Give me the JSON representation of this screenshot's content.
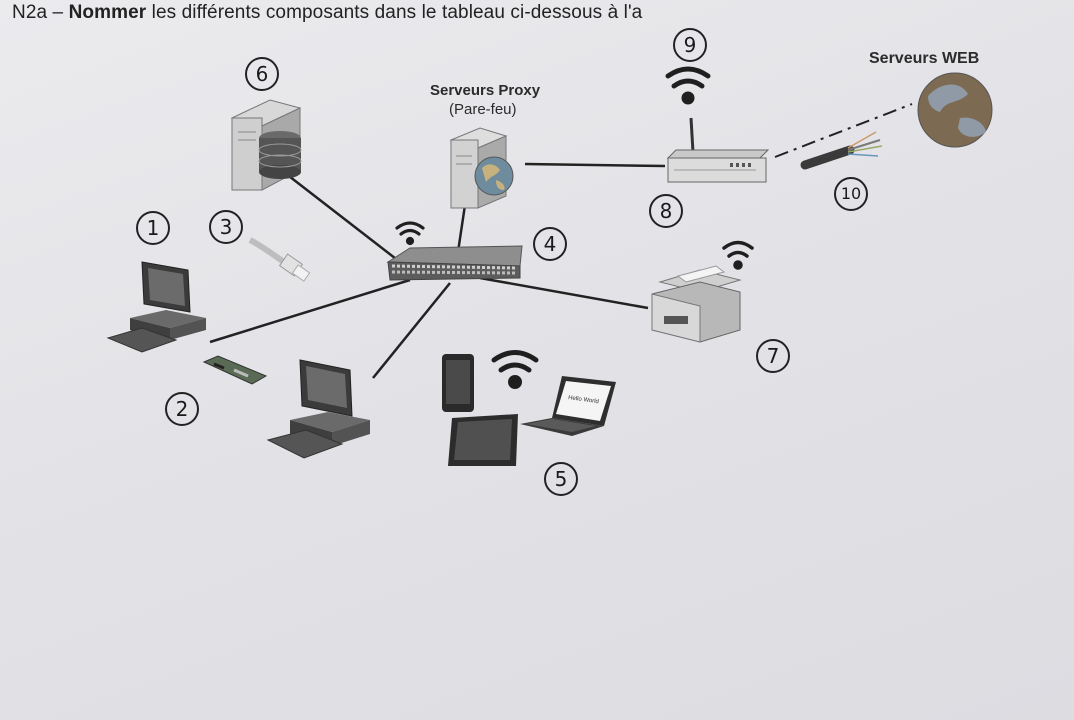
{
  "title": {
    "prefix": "N2a – ",
    "bold": "Nommer",
    "rest": " les différents composants dans le tableau ci-dessous à l'a"
  },
  "labels": {
    "proxy_line1": "Serveurs Proxy",
    "proxy_line2": "(Pare-feu)",
    "web": "Serveurs WEB",
    "laptop_screen": "Hello World"
  },
  "markers": [
    "1",
    "2",
    "3",
    "4",
    "5",
    "6",
    "7",
    "8",
    "9",
    "10"
  ]
}
